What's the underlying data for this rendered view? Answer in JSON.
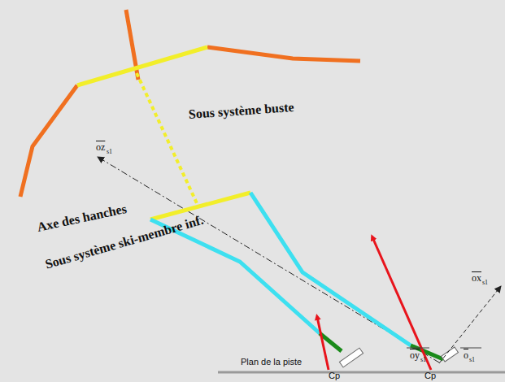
{
  "diagram": {
    "labels": [
      "Sous système buste",
      "Axe des hanches",
      "Sous système ski-membre inf.",
      "Plan de la piste",
      "Cp",
      "Cp",
      "oz",
      "s1",
      "ox",
      "s1",
      "oy",
      "s1",
      "o",
      "s1"
    ]
  }
}
